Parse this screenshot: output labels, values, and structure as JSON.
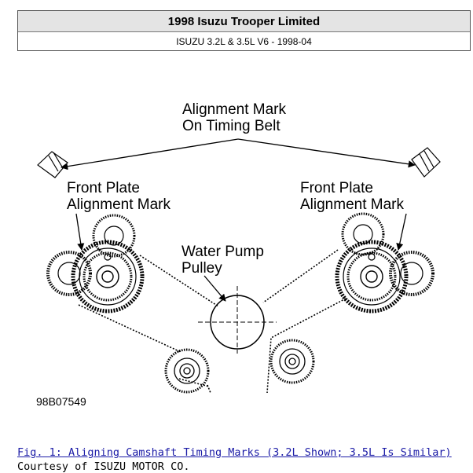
{
  "header": {
    "title": "1998 Isuzu Trooper Limited",
    "subtitle": "ISUZU 3.2L & 3.5L V6 - 1998-04"
  },
  "figure": {
    "labels": {
      "alignment_mark_line1": "Alignment Mark",
      "alignment_mark_line2": "On Timing Belt",
      "left_plate_line1": "Front Plate",
      "left_plate_line2": "Alignment Mark",
      "right_plate_line1": "Front Plate",
      "right_plate_line2": "Alignment Mark",
      "water_pump_line1": "Water Pump",
      "water_pump_line2": "Pulley"
    },
    "figure_id": "98B07549"
  },
  "caption": {
    "link_text": "Fig. 1: Aligning Camshaft Timing Marks (3.2L Shown; 3.5L Is Similar)",
    "courtesy": "Courtesy of ISUZU MOTOR CO."
  }
}
